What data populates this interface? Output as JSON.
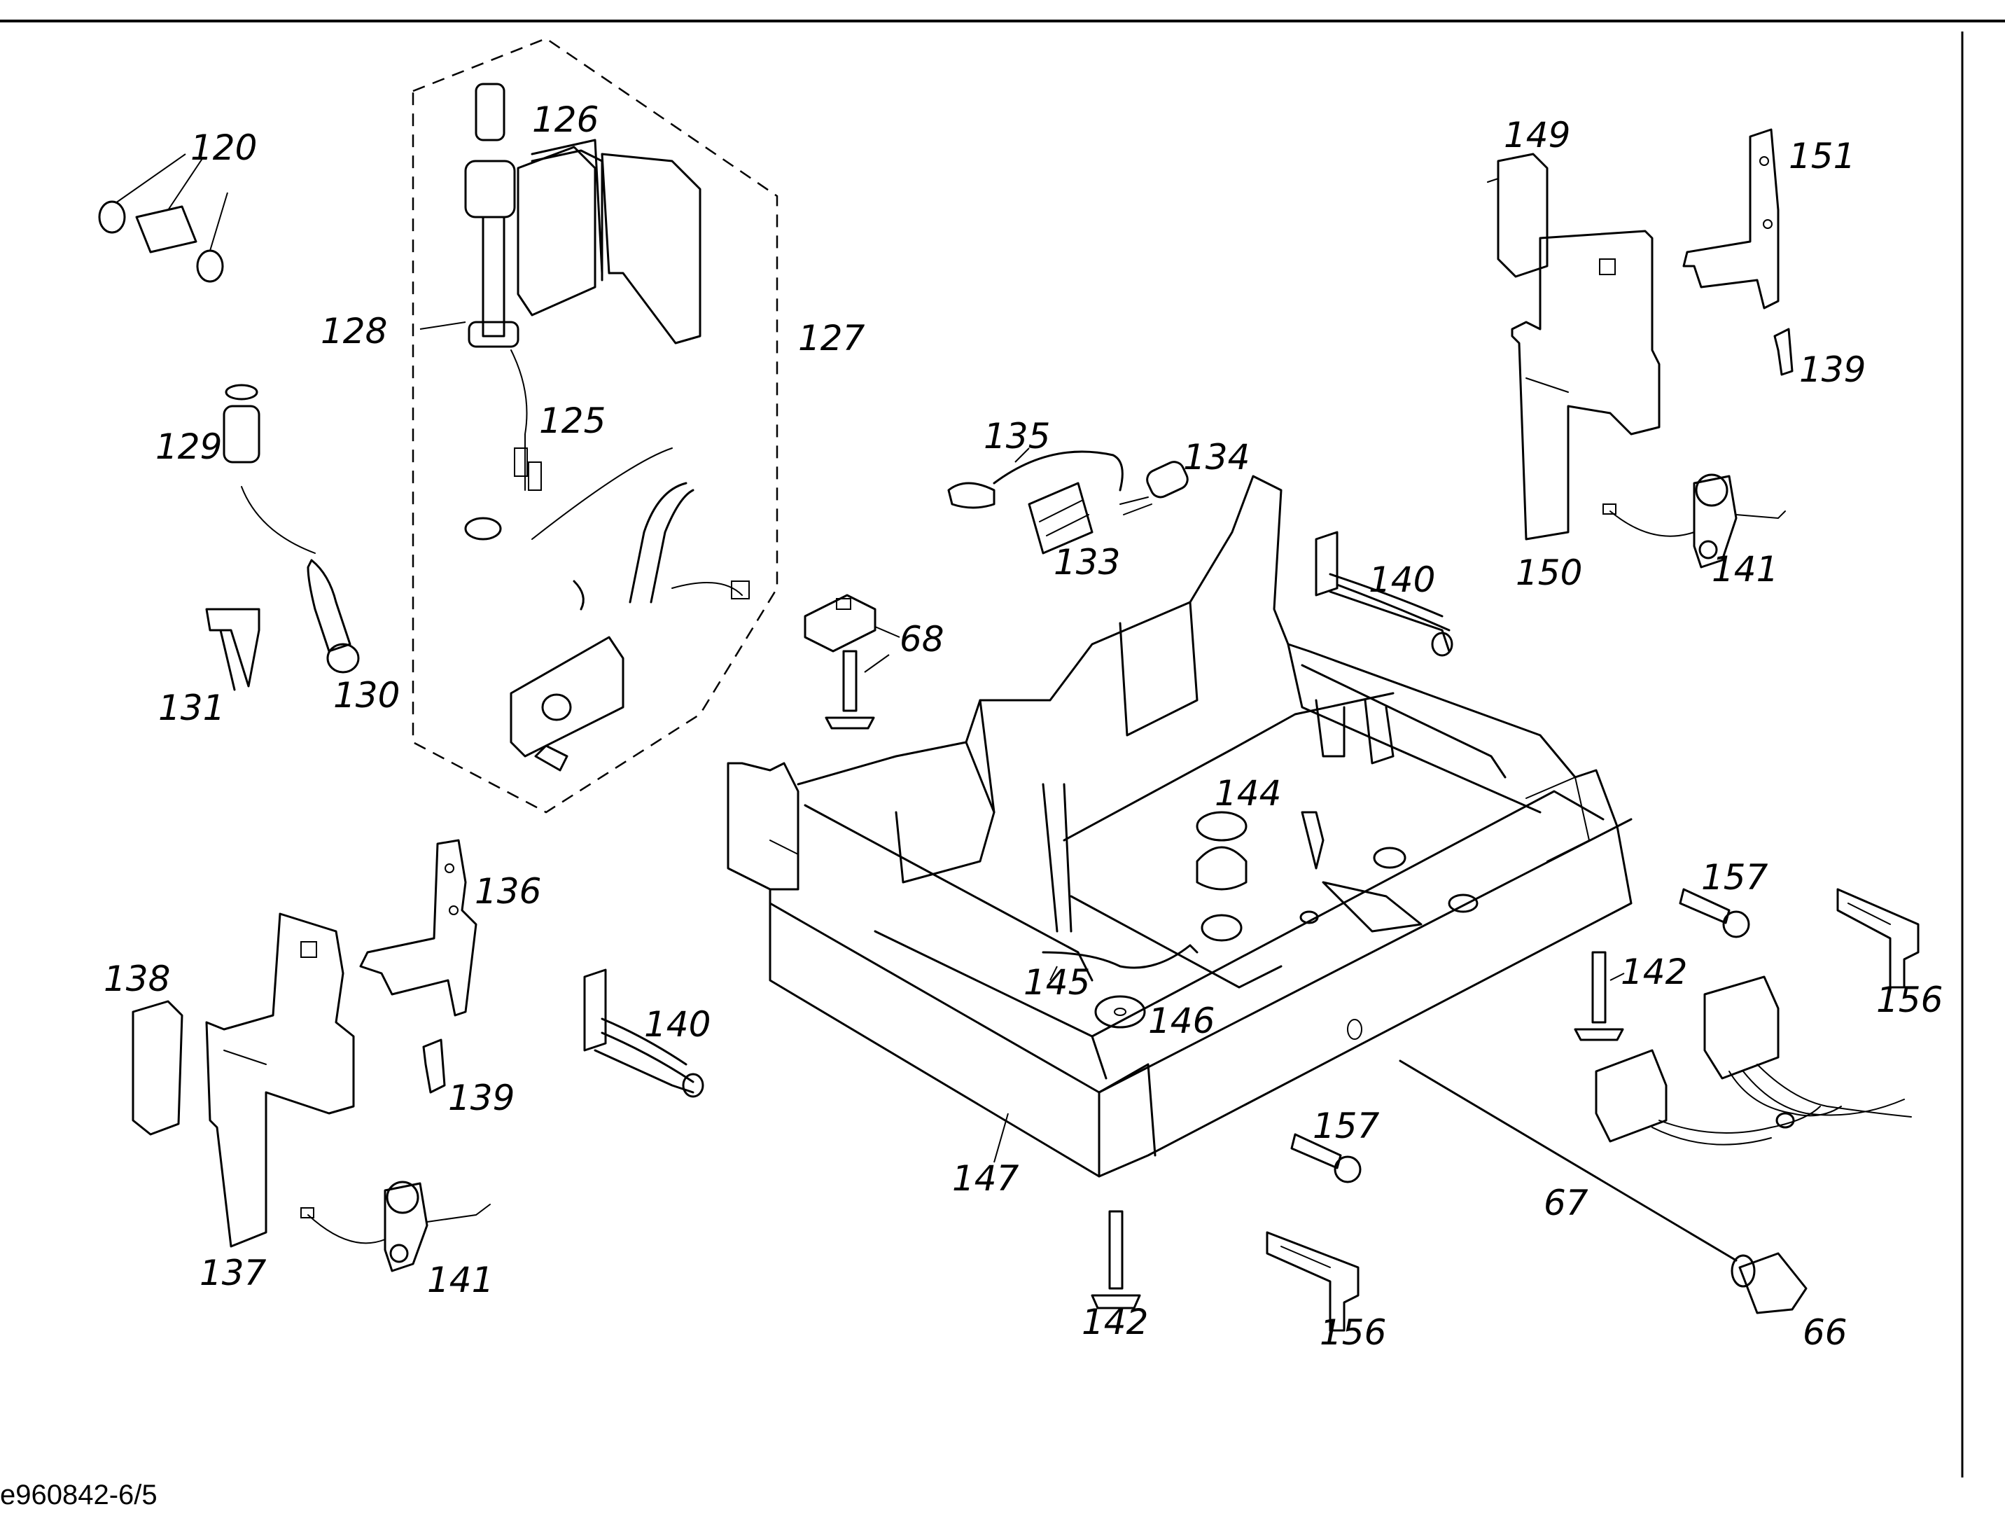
{
  "drawing_number": "e960842-6/5",
  "callouts": {
    "c120": "120",
    "c126": "126",
    "c128": "128",
    "c127": "127",
    "c125": "125",
    "c129": "129",
    "c131": "131",
    "c130": "130",
    "c135": "135",
    "c134": "134",
    "c133": "133",
    "c68": "68",
    "c140a": "140",
    "c140b": "140",
    "c149": "149",
    "c151": "151",
    "c139a": "139",
    "c150": "150",
    "c141a": "141",
    "c136": "136",
    "c138": "138",
    "c139b": "139",
    "c137": "137",
    "c141b": "141",
    "c144": "144",
    "c145": "145",
    "c146": "146",
    "c147": "147",
    "c157a": "157",
    "c157b": "157",
    "c142a": "142",
    "c142b": "142",
    "c156a": "156",
    "c156b": "156",
    "c67": "67",
    "c66": "66"
  }
}
